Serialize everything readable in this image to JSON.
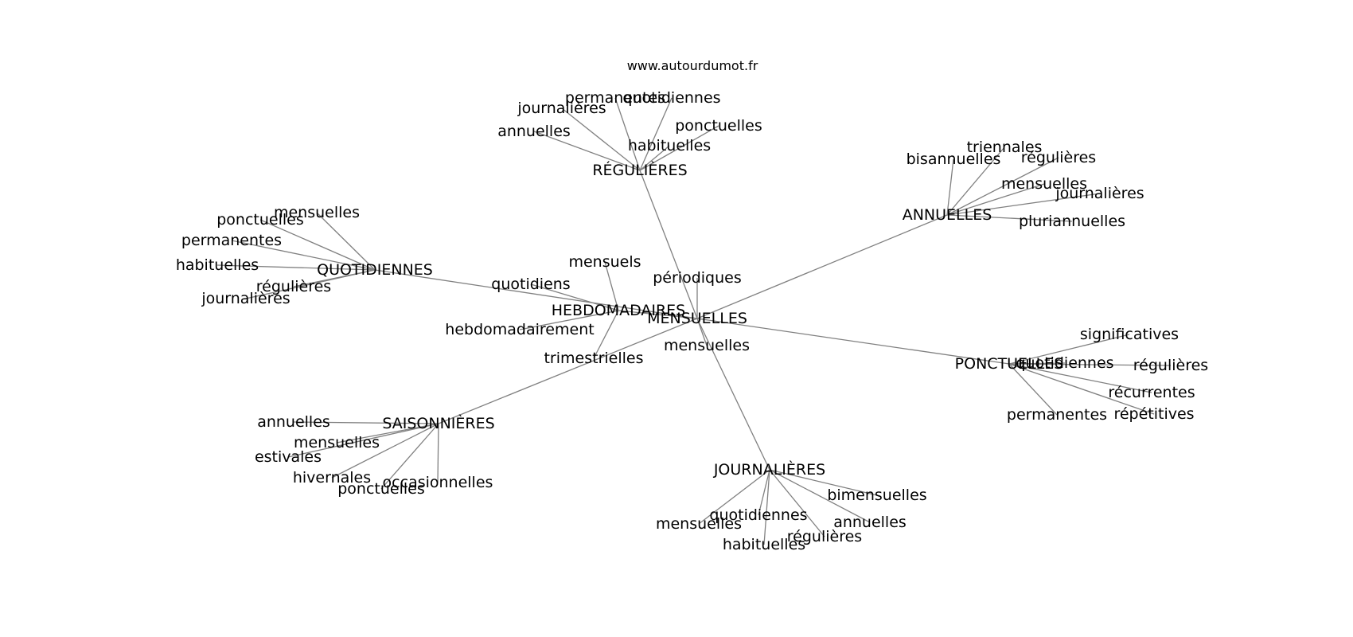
{
  "site": "www.autourdumot.fr",
  "graph": {
    "center": "MENSUELLES",
    "hubs": [
      {
        "id": "regulieres",
        "label": "RÉGULIÈRES",
        "leaves": [
          "permanentes",
          "quotidiennes",
          "journalières",
          "ponctuelles",
          "annuelles",
          "habituelles"
        ]
      },
      {
        "id": "annuelles",
        "label": "ANNUELLES",
        "leaves": [
          "triennales",
          "bisannuelles",
          "régulières",
          "mensuelles",
          "journalières",
          "pluriannuelles"
        ]
      },
      {
        "id": "quotidiennes",
        "label": "QUOTIDIENNES",
        "leaves": [
          "mensuelles",
          "ponctuelles",
          "permanentes",
          "habituelles",
          "régulières",
          "journalières"
        ]
      },
      {
        "id": "hebdomadaires",
        "label": "HEBDOMADAIRES",
        "leaves": [
          "mensuels",
          "quotidiens",
          "hebdomadairement",
          "trimestrielles"
        ]
      },
      {
        "id": "ponctuelles",
        "label": "PONCTUELLES",
        "leaves": [
          "significatives",
          "quotidiennes",
          "régulières",
          "récurrentes",
          "répétitives",
          "permanentes"
        ]
      },
      {
        "id": "saisonnieres",
        "label": "SAISONNIÈRES",
        "leaves": [
          "annuelles",
          "mensuelles",
          "estivales",
          "hivernales",
          "ponctuelles",
          "occasionnelles"
        ]
      },
      {
        "id": "journalieres",
        "label": "JOURNALIÈRES",
        "leaves": [
          "bimensuelles",
          "quotidiennes",
          "annuelles",
          "mensuelles",
          "régulières",
          "habituelles"
        ]
      }
    ],
    "center_leaves": [
      "périodiques",
      "mensuelles"
    ]
  }
}
